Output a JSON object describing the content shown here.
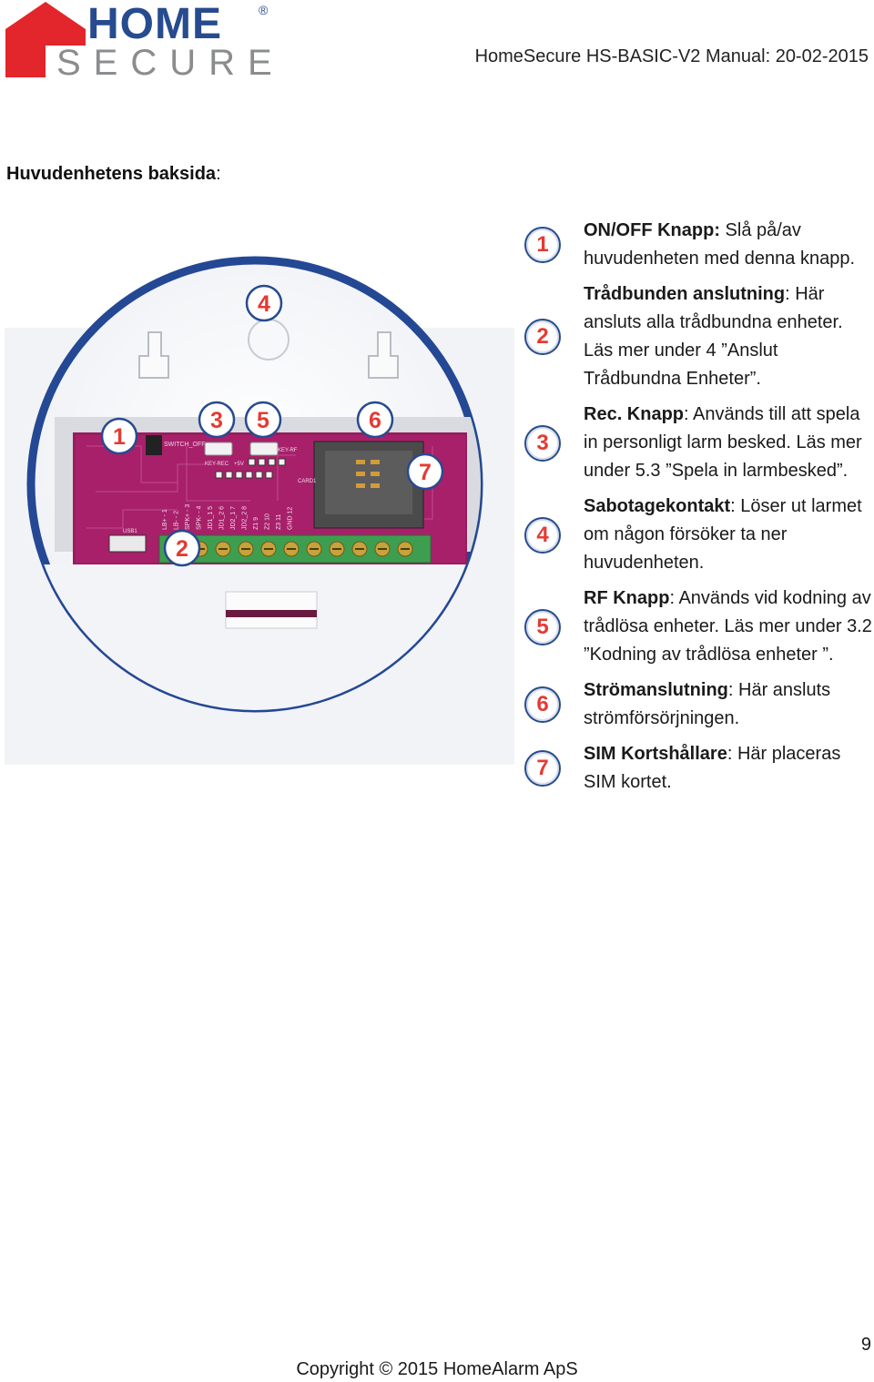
{
  "header": {
    "logo_text_top": "HOME",
    "logo_text_bottom": "SECURE",
    "logo_mark": "®",
    "title": "HomeSecure HS-BASIC-V2 Manual: 20-02-2015"
  },
  "section": {
    "heading_bold": "Huvudenhetens baksida",
    "heading_suffix": ":"
  },
  "diagram": {
    "markers": [
      "1",
      "2",
      "3",
      "4",
      "5",
      "6",
      "7"
    ],
    "board_labels": {
      "switch": "SWITCH_OFF",
      "usb": "USB1",
      "sim": "CARD1",
      "key_rec": "KEY-REC",
      "key_rf": "KEY-RF",
      "plus5v": "+5V",
      "terminals": [
        "LB+ - 1",
        "LB- - 2",
        "SPK+ - 3",
        "SPK- - 4",
        "JD1_1 5",
        "JD1_2 6",
        "JD2_1 7",
        "JD2_2 8",
        "Z1 9",
        "Z2 10",
        "Z3 11",
        "GND 12"
      ]
    }
  },
  "legend": [
    {
      "num": "1",
      "bold": "ON/OFF Knapp:",
      "text": " Slå på/av huvudenheten med denna knapp."
    },
    {
      "num": "2",
      "bold": "Trådbunden anslutning",
      "text": ": Här ansluts alla trådbundna enheter. Läs mer under 4 ”Anslut Trådbundna Enheter”."
    },
    {
      "num": "3",
      "bold": "Rec. Knapp",
      "text": ": Används till att spela in personligt larm besked. Läs mer under 5.3 ”Spela in larmbesked”."
    },
    {
      "num": "4",
      "bold": "Sabotagekontakt",
      "text": ": Löser ut larmet om någon försöker ta ner huvudenheten."
    },
    {
      "num": "5",
      "bold": "RF Knapp",
      "text": ": Används vid kodning av trådlösa enheter. Läs mer under 3.2  ”Kodning av trådlösa enheter ”."
    },
    {
      "num": "6",
      "bold": "Strömanslutning",
      "text": ": Här ansluts strömförsörjningen."
    },
    {
      "num": "7",
      "bold": "SIM Kortshållare",
      "text": ": Här placeras SIM kortet."
    }
  ],
  "footer": {
    "page_number": "9",
    "copyright": "Copyright © 2015 HomeAlarm ApS"
  },
  "colors": {
    "brand_red": "#e3262b",
    "brand_blue": "#274b8f",
    "logo_grey": "#8a8c8e",
    "pcb": "#a8206a",
    "terminal_green": "#3e9e4f"
  }
}
